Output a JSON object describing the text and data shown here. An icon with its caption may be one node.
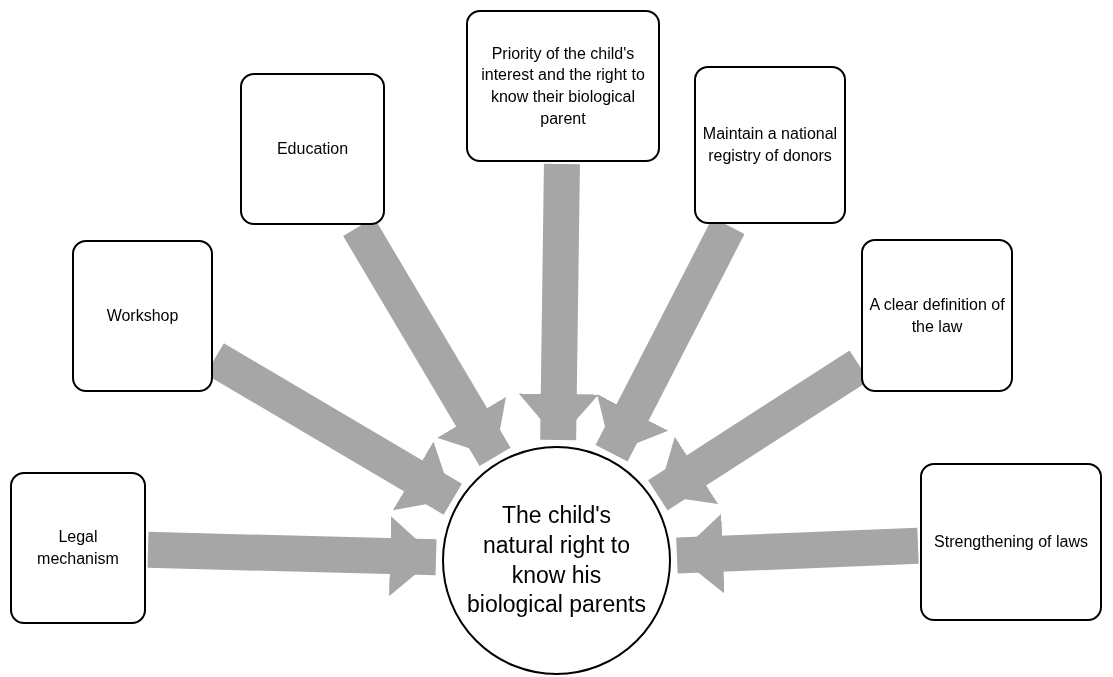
{
  "diagram": {
    "nodes": [
      {
        "text": [
          "Priority of the child's interest and the right to know their biological parent"
        ]
      },
      {
        "text": [
          "Education"
        ]
      },
      {
        "text": [
          "Maintain a national registry of donors"
        ]
      },
      {
        "text": [
          "Workshop"
        ]
      },
      {
        "text": [
          "A clear definition of the law"
        ]
      },
      {
        "text": [
          "Legal mechanism"
        ]
      },
      {
        "text": [
          "Strengthening of laws"
        ]
      },
      {
        "text": [
          "The child's natural right to know his biological parents"
        ]
      }
    ],
    "edges": [
      {
        "from": 5,
        "to": 7,
        "arrow": "to"
      },
      {
        "from": 3,
        "to": 7,
        "arrow": "to"
      },
      {
        "from": 1,
        "to": 7,
        "arrow": "to"
      },
      {
        "from": 0,
        "to": 7,
        "arrow": "to"
      },
      {
        "from": 2,
        "to": 7,
        "arrow": "to"
      },
      {
        "from": 4,
        "to": 7,
        "arrow": "to"
      },
      {
        "from": 6,
        "to": 7,
        "arrow": "to"
      }
    ]
  }
}
